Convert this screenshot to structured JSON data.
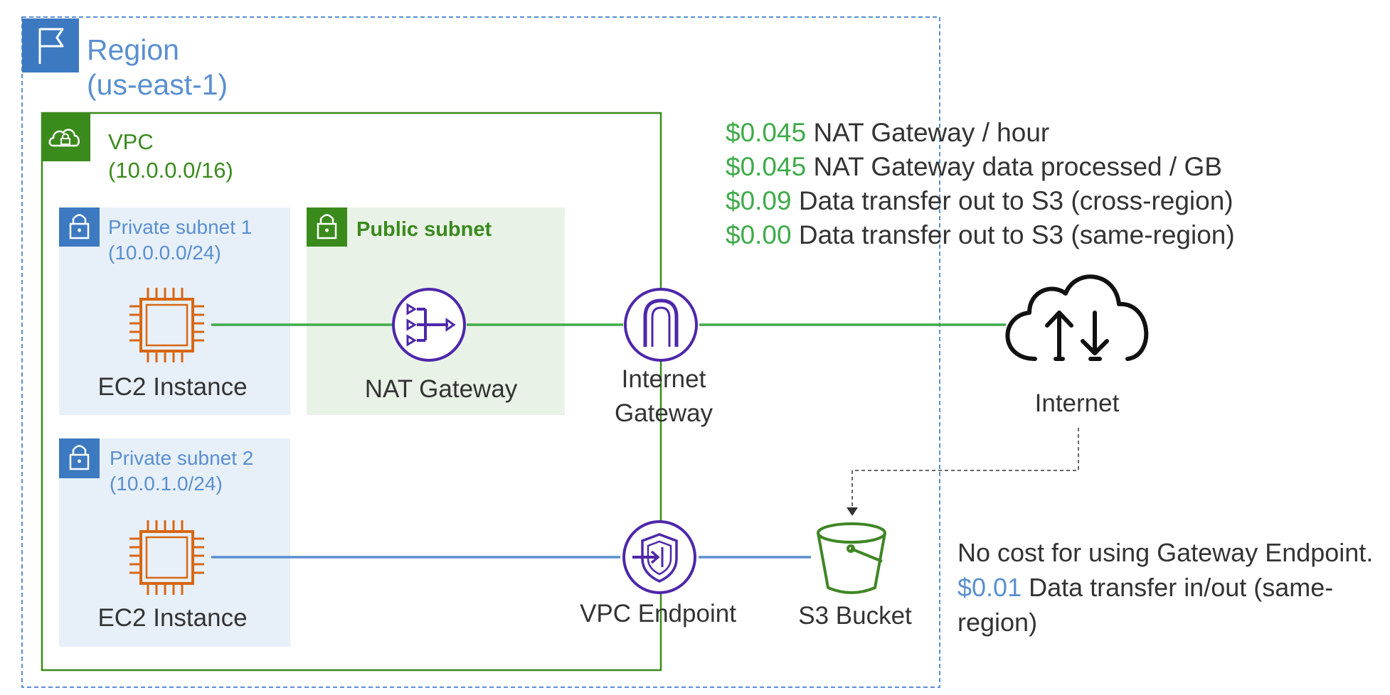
{
  "region": {
    "title_line1": "Region",
    "title_line2": "(us-east-1)"
  },
  "vpc": {
    "title_line1": "VPC",
    "title_line2": "(10.0.0.0/16)"
  },
  "subnets": {
    "private1": {
      "line1": "Private subnet 1",
      "line2": "(10.0.0.0/24)"
    },
    "public": {
      "label": "Public subnet"
    },
    "private2": {
      "line1": "Private subnet 2",
      "line2": "(10.0.1.0/24)"
    }
  },
  "nodes": {
    "ec2_top": "EC2 Instance",
    "nat_gateway": "NAT Gateway",
    "internet_gateway_line1": "Internet",
    "internet_gateway_line2": "Gateway",
    "internet": "Internet",
    "ec2_bottom": "EC2 Instance",
    "vpc_endpoint": "VPC Endpoint",
    "s3_bucket": "S3 Bucket"
  },
  "pricing": [
    {
      "amount": "$0.045",
      "text": " NAT Gateway / hour"
    },
    {
      "amount": "$0.045",
      "text": " NAT Gateway data processed / GB"
    },
    {
      "amount": "$0.09",
      "text": " Data transfer out to S3 (cross-region)"
    },
    {
      "amount": "$0.00",
      "text": " Data transfer out to S3 (same-region)"
    }
  ],
  "endpoint_note": {
    "line1": "No cost for using Gateway Endpoint.",
    "amount": "$0.01",
    "line2_text": " Data transfer in/out (same-",
    "line3": "region)"
  },
  "colors": {
    "region_blue": "#5a8fd0",
    "vpc_green": "#3a8a1c",
    "price_green": "#3eab4a",
    "ec2_orange": "#d86613",
    "aws_purple": "#4d27aa",
    "s3_green": "#3f8624",
    "private_subnet_fill": "#e7f0f8",
    "public_subnet_fill": "#e9f2e7"
  },
  "icons": {
    "region": "flag-icon",
    "vpc": "cloud-lock-icon",
    "subnet": "padlock-icon",
    "ec2": "chip-icon",
    "nat": "nat-gateway-icon",
    "igw": "internet-gateway-icon",
    "internet": "cloud-upload-download-icon",
    "endpoint": "vpc-endpoint-shield-icon",
    "s3": "bucket-icon"
  }
}
